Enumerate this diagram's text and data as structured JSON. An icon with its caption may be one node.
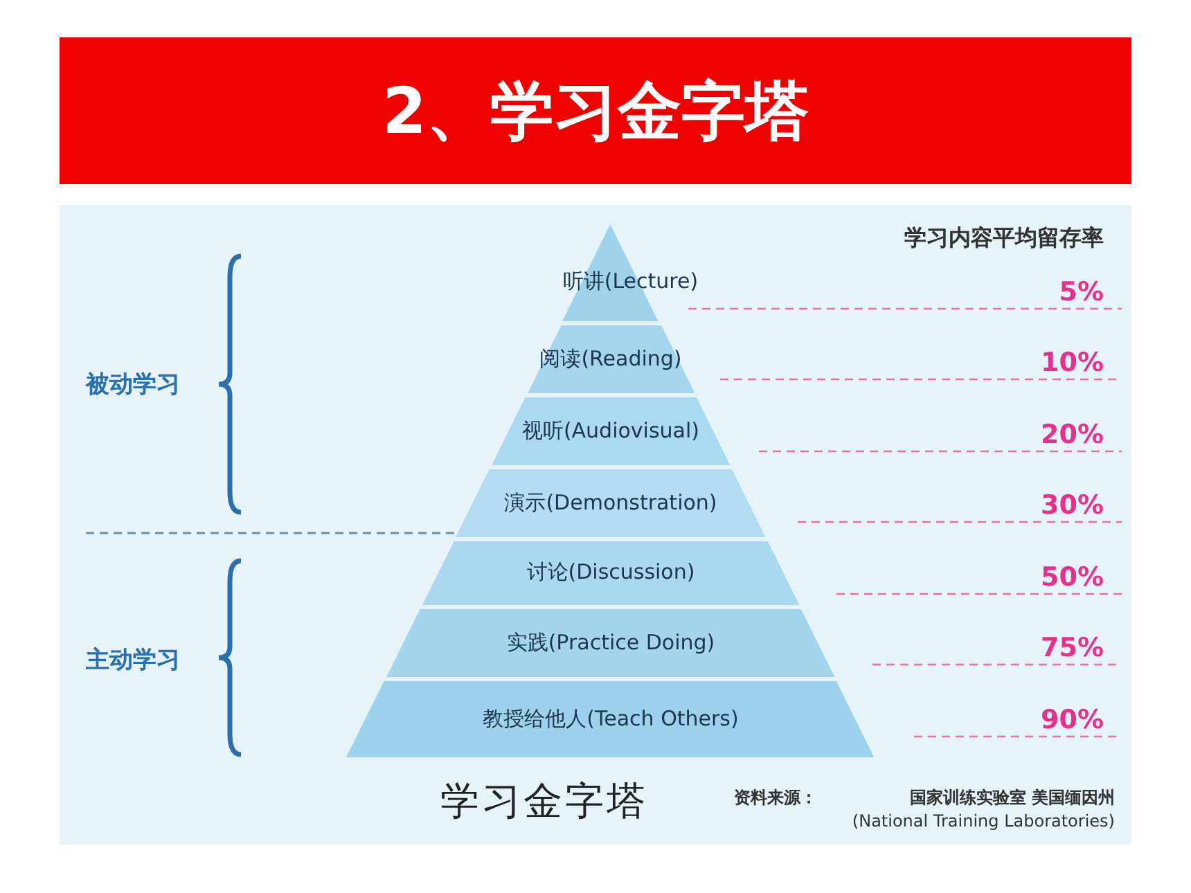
{
  "diagram": {
    "title": "2、学习金字塔",
    "caption": "学习金字塔",
    "nodes": [
      {
        "text": [
          "听讲(Lecture)"
        ]
      },
      {
        "text": [
          "阅读(Reading)"
        ]
      },
      {
        "text": [
          "视听(Audiovisual)"
        ]
      },
      {
        "text": [
          "演示(Demonstration)"
        ]
      },
      {
        "text": [
          "讨论(Discussion)"
        ]
      },
      {
        "text": [
          "实践(Practice Doing)"
        ]
      },
      {
        "text": [
          "教授给他人(Teach Others)"
        ]
      }
    ],
    "labels": [
      "学习内容平均留存率",
      "5%",
      "被动学习",
      "10%",
      "20%",
      "30%",
      "50%",
      "主动学习",
      "75%",
      "90%",
      "资料来源：",
      "国家训练实验室 美国缅因州",
      "(National Training Laboratories)"
    ]
  }
}
